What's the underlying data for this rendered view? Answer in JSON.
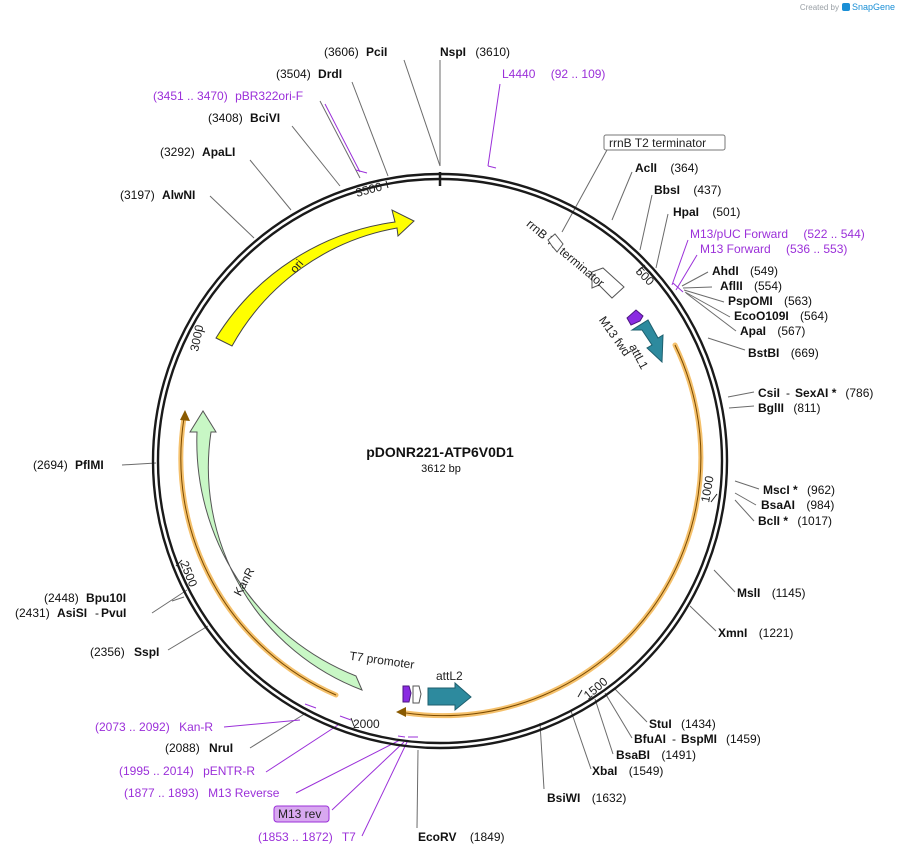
{
  "credit": {
    "prefix": "Created by",
    "brand": "SnapGene"
  },
  "plasmid": {
    "name": "pDONR221-ATP6V0D1",
    "length_label": "3612 bp"
  },
  "ticks": [
    "500",
    "1000",
    "1500",
    "2000",
    "2500",
    "3000",
    "3500"
  ],
  "features": {
    "ori": "ori",
    "kanr": "KanR",
    "attl1": "attL1",
    "attl2": "attL2",
    "rrnb_t1": "rrnB T1 terminator",
    "rrnb_t2": "rrnB T2 terminator",
    "m13_fwd": "M13 fwd",
    "m13_rev": "M13 rev",
    "t7_promoter": "T7 promoter"
  },
  "enzymes": {
    "pcii": {
      "name": "PciI",
      "pos": "(3606)"
    },
    "nspi": {
      "name": "NspI",
      "pos": "(3610)"
    },
    "drdi": {
      "name": "DrdI",
      "pos": "(3504)"
    },
    "bcivi": {
      "name": "BciVI",
      "pos": "(3408)"
    },
    "apali": {
      "name": "ApaLI",
      "pos": "(3292)"
    },
    "alwni": {
      "name": "AlwNI",
      "pos": "(3197)"
    },
    "acli": {
      "name": "AclI",
      "pos": "(364)"
    },
    "bbsi": {
      "name": "BbsI",
      "pos": "(437)"
    },
    "hpai": {
      "name": "HpaI",
      "pos": "(501)"
    },
    "ahdi": {
      "name": "AhdI",
      "pos": "(549)"
    },
    "aflii": {
      "name": "AflII",
      "pos": "(554)"
    },
    "psp": {
      "name": "PspOMI",
      "pos": "(563)"
    },
    "eco": {
      "name": "EcoO109I",
      "pos": "(564)"
    },
    "apai": {
      "name": "ApaI",
      "pos": "(567)"
    },
    "bstbi": {
      "name": "BstBI",
      "pos": "(669)"
    },
    "csii": {
      "name": "CsiI",
      "sep": "-",
      "name2": "SexAI *",
      "pos": "(786)"
    },
    "bglii": {
      "name": "BglII",
      "pos": "(811)"
    },
    "msci": {
      "name": "MscI *",
      "pos": "(962)"
    },
    "bsaai": {
      "name": "BsaAI",
      "pos": "(984)"
    },
    "bcli": {
      "name": "BclI *",
      "pos": "(1017)"
    },
    "msli": {
      "name": "MslI",
      "pos": "(1145)"
    },
    "xmni": {
      "name": "XmnI",
      "pos": "(1221)"
    },
    "stui": {
      "name": "StuI",
      "pos": "(1434)"
    },
    "bfuai": {
      "name": "BfuAI",
      "sep": "-",
      "name2": "BspMI",
      "pos": "(1459)"
    },
    "bsabi": {
      "name": "BsaBI",
      "pos": "(1491)"
    },
    "xbai": {
      "name": "XbaI",
      "pos": "(1549)"
    },
    "bsiwi": {
      "name": "BsiWI",
      "pos": "(1632)"
    },
    "ecorv": {
      "name": "EcoRV",
      "pos": "(1849)"
    },
    "nrui": {
      "name": "NruI",
      "pos": "(2088)"
    },
    "sspi": {
      "name": "SspI",
      "pos": "(2356)"
    },
    "bpu10i": {
      "name": "Bpu10I",
      "pos": "(2448)"
    },
    "asisi": {
      "name": "AsiSI",
      "sep": "-",
      "name2": "PvuI",
      "pos": "(2431)"
    },
    "pflmi": {
      "name": "PflMI",
      "pos": "(2694)"
    }
  },
  "primers": {
    "l4440": {
      "name": "L4440",
      "range": "(92 .. 109)"
    },
    "pbr322": {
      "name": "pBR322ori-F",
      "range": "(3451 .. 3470)"
    },
    "m13puc": {
      "name": "M13/pUC Forward",
      "range": "(522 .. 544)"
    },
    "m13f": {
      "name": "M13 Forward",
      "range": "(536 .. 553)"
    },
    "kanr_p": {
      "name": "Kan-R",
      "range": "(2073 .. 2092)"
    },
    "pentr": {
      "name": "pENTR-R",
      "range": "(1995 .. 2014)"
    },
    "m13r": {
      "name": "M13 Reverse",
      "range": "(1877 .. 1893)"
    },
    "t7": {
      "name": "T7",
      "range": "(1853 .. 1872)"
    }
  },
  "colors": {
    "ring": "#1a1a1a",
    "primer": "#9b30d9",
    "ori": "#ffff00",
    "kanr": "#c8f7c5",
    "att": "#2d8a9e",
    "orange": "#f5a623",
    "m13_fill": "#8a2be2",
    "label": "#666666"
  }
}
